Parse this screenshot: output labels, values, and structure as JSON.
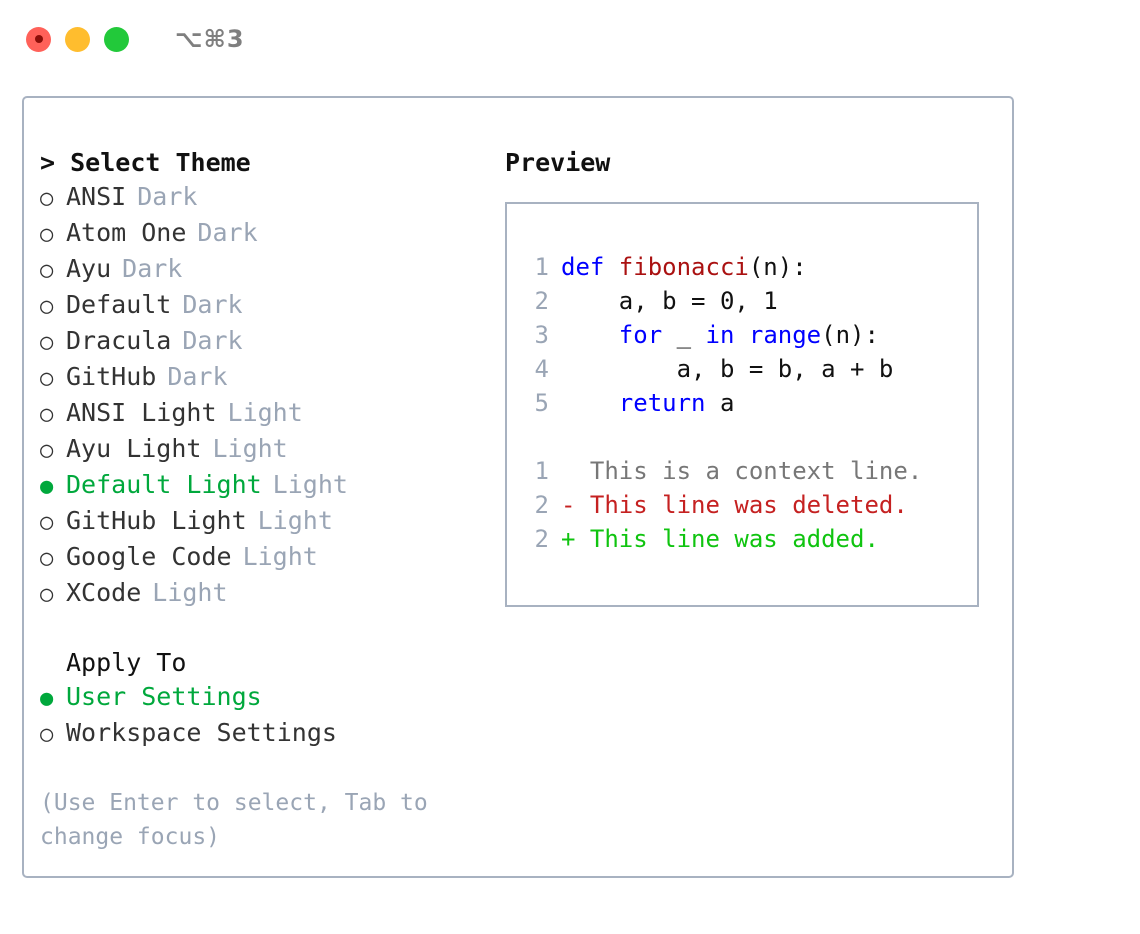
{
  "titlebar": {
    "shortcut": "⌥⌘3",
    "buttons": [
      {
        "name": "close",
        "color": "#ff6159"
      },
      {
        "name": "minimize",
        "color": "#ffbd2e"
      },
      {
        "name": "zoom",
        "color": "#22c93a"
      }
    ]
  },
  "theme_list": {
    "heading_caret": "> ",
    "heading": "Select Theme",
    "marker_selected": "●",
    "marker_unselected": "○",
    "items": [
      {
        "name": "ANSI",
        "tag": "Dark",
        "selected": false
      },
      {
        "name": "Atom One",
        "tag": "Dark",
        "selected": false
      },
      {
        "name": "Ayu",
        "tag": "Dark",
        "selected": false
      },
      {
        "name": "Default",
        "tag": "Dark",
        "selected": false
      },
      {
        "name": "Dracula",
        "tag": "Dark",
        "selected": false
      },
      {
        "name": "GitHub",
        "tag": "Dark",
        "selected": false
      },
      {
        "name": "ANSI Light",
        "tag": "Light",
        "selected": false
      },
      {
        "name": "Ayu Light",
        "tag": "Light",
        "selected": false
      },
      {
        "name": "Default Light",
        "tag": "Light",
        "selected": true
      },
      {
        "name": "GitHub Light",
        "tag": "Light",
        "selected": false
      },
      {
        "name": "Google Code",
        "tag": "Light",
        "selected": false
      },
      {
        "name": "XCode",
        "tag": "Light",
        "selected": false
      }
    ]
  },
  "apply_to": {
    "heading": "Apply To",
    "items": [
      {
        "name": "User Settings",
        "selected": true
      },
      {
        "name": "Workspace Settings",
        "selected": false
      }
    ]
  },
  "hint": "(Use Enter to select, Tab to change focus)",
  "preview": {
    "heading": "Preview",
    "code_lines": [
      {
        "lineno": "1",
        "tokens": [
          {
            "text": "def ",
            "kind": "kw"
          },
          {
            "text": "fibonacci",
            "kind": "fn"
          },
          {
            "text": "(n):",
            "kind": "plain"
          }
        ]
      },
      {
        "lineno": "2",
        "tokens": [
          {
            "text": "    a, b = 0, 1",
            "kind": "plain"
          }
        ]
      },
      {
        "lineno": "3",
        "tokens": [
          {
            "text": "    ",
            "kind": "plain"
          },
          {
            "text": "for",
            "kind": "kw"
          },
          {
            "text": " _ ",
            "kind": "plain"
          },
          {
            "text": "in",
            "kind": "kw"
          },
          {
            "text": " ",
            "kind": "plain"
          },
          {
            "text": "range",
            "kind": "kw"
          },
          {
            "text": "(n):",
            "kind": "plain"
          }
        ]
      },
      {
        "lineno": "4",
        "tokens": [
          {
            "text": "        a, b = b, a + b",
            "kind": "plain"
          }
        ]
      },
      {
        "lineno": "5",
        "tokens": [
          {
            "text": "    ",
            "kind": "plain"
          },
          {
            "text": "return",
            "kind": "kw"
          },
          {
            "text": " a",
            "kind": "plain"
          }
        ]
      }
    ],
    "diff_lines": [
      {
        "lineno": "1",
        "marker": "  ",
        "text": "This is a context line.",
        "kind": "ctx"
      },
      {
        "lineno": "2",
        "marker": "- ",
        "text": "This line was deleted.",
        "kind": "del"
      },
      {
        "lineno": "2",
        "marker": "+ ",
        "text": "This line was added.",
        "kind": "add"
      }
    ]
  },
  "colors": {
    "accent_green": "#00a83c",
    "diff_add_green": "#10c410",
    "diff_del_red": "#c52121",
    "keyword_blue": "#0000ff",
    "function_red": "#aa1111",
    "muted_blue_gray": "#9aa5b5",
    "border": "#a8b2c1"
  }
}
